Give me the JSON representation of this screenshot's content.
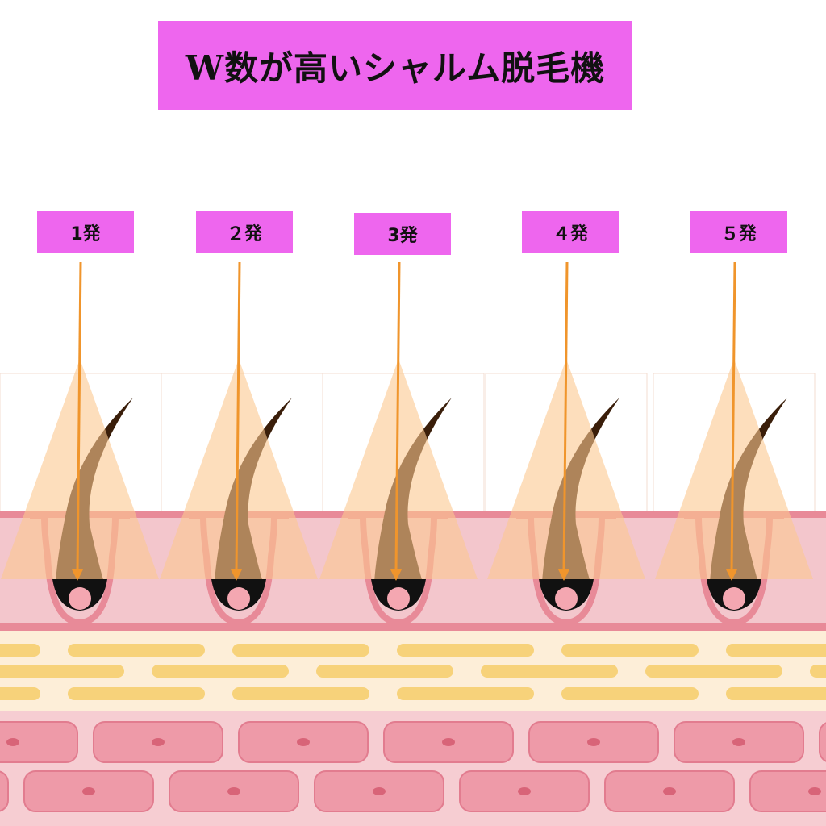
{
  "title": "W数が高いシャルム脱毛機",
  "pulses": [
    {
      "label": "1発"
    },
    {
      "label": "２発"
    },
    {
      "label": "3発"
    },
    {
      "label": "４発"
    },
    {
      "label": "５発"
    }
  ],
  "colors": {
    "label_bg": "#ee66ee",
    "arrow": "#f0952c",
    "beam": "#fbc88f",
    "hair": "#3a1e0a",
    "epidermis": "#f3c6cc",
    "skin_line": "#e88a98",
    "fat_cream": "#fdeed8",
    "fat_cell": "#f7d27a",
    "muscle_bg": "#f6cdd2",
    "muscle_cell": "#ee9aa8"
  }
}
